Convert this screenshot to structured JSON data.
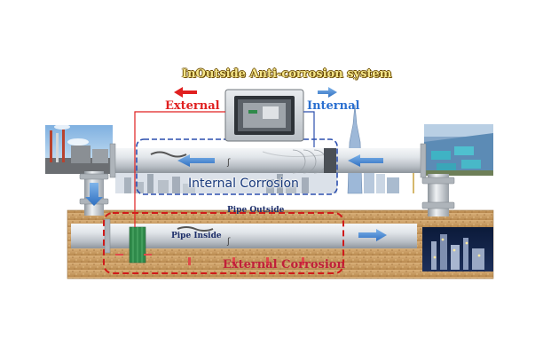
{
  "title": "InOutside Anti-corrosion system",
  "label_external": "External",
  "label_internal": "Internal",
  "label_internal_corrosion": "Internal Corrosion",
  "label_pipe_outside": "Pipe Outside",
  "label_pipe_inside": "Pipe Inside",
  "label_external_corrosion": "External Corrosion",
  "colors": {
    "external_red": "#e02020",
    "internal_blue": "#2a6fd0",
    "soil": "#c89a5c",
    "pipe_grey": "#c9cdd2",
    "dashed_blue": "#2c4fae",
    "dashed_red": "#d01a1a"
  }
}
